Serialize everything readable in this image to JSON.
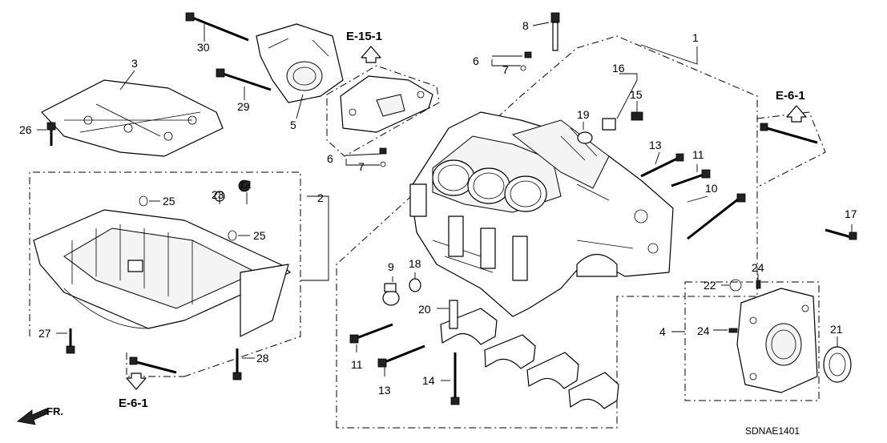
{
  "callouts": [
    {
      "id": "c1",
      "text": "1"
    },
    {
      "id": "c2",
      "text": "2"
    },
    {
      "id": "c3",
      "text": "3"
    },
    {
      "id": "c4",
      "text": "4"
    },
    {
      "id": "c5",
      "text": "5"
    },
    {
      "id": "c6a",
      "text": "6"
    },
    {
      "id": "c6b",
      "text": "6"
    },
    {
      "id": "c7a",
      "text": "7"
    },
    {
      "id": "c7b",
      "text": "7"
    },
    {
      "id": "c8",
      "text": "8"
    },
    {
      "id": "c9",
      "text": "9"
    },
    {
      "id": "c10",
      "text": "10"
    },
    {
      "id": "c11a",
      "text": "11"
    },
    {
      "id": "c11b",
      "text": "11"
    },
    {
      "id": "c12",
      "text": "12"
    },
    {
      "id": "c13a",
      "text": "13"
    },
    {
      "id": "c13b",
      "text": "13"
    },
    {
      "id": "c14",
      "text": "14"
    },
    {
      "id": "c15",
      "text": "15"
    },
    {
      "id": "c16",
      "text": "16"
    },
    {
      "id": "c17",
      "text": "17"
    },
    {
      "id": "c18",
      "text": "18"
    },
    {
      "id": "c19",
      "text": "19"
    },
    {
      "id": "c20",
      "text": "20"
    },
    {
      "id": "c21",
      "text": "21"
    },
    {
      "id": "c22",
      "text": "22"
    },
    {
      "id": "c23",
      "text": "23"
    },
    {
      "id": "c24a",
      "text": "24"
    },
    {
      "id": "c24b",
      "text": "24"
    },
    {
      "id": "c25a",
      "text": "25"
    },
    {
      "id": "c25b",
      "text": "25"
    },
    {
      "id": "c26",
      "text": "26"
    },
    {
      "id": "c27",
      "text": "27"
    },
    {
      "id": "c28",
      "text": "28"
    },
    {
      "id": "c29",
      "text": "29"
    },
    {
      "id": "c30",
      "text": "30"
    }
  ],
  "references": {
    "e15_1": "E-15-1",
    "e6_1_right": "E-6-1",
    "e6_1_bottom": "E-6-1"
  },
  "front_marker": "FR.",
  "diagram_code": "SDNAE1401",
  "colors": {
    "ink": "#000000",
    "paper": "#ffffff"
  }
}
